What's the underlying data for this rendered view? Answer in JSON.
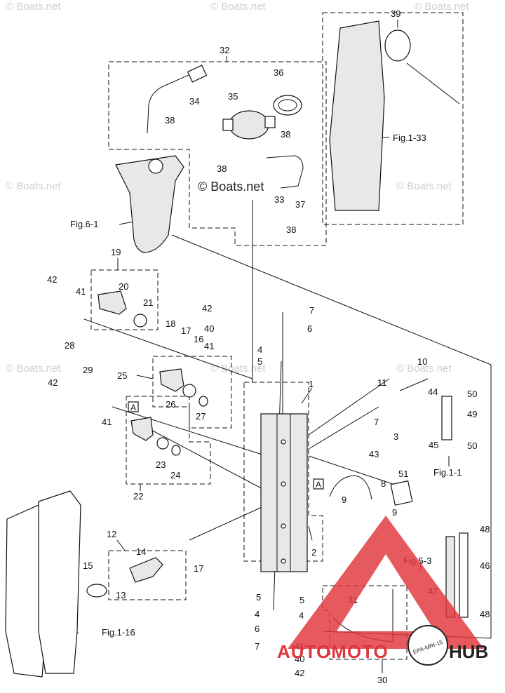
{
  "watermarks": {
    "boats": "© Boats.net",
    "center": "© Boats.net"
  },
  "figure_refs": {
    "fig_1_33": "Fig.1-33",
    "fig_6_1": "Fig.6-1",
    "fig_1_1": "Fig.1-1",
    "fig_5_3": "Fig.5-3",
    "fig_1_16": "Fig.1-16"
  },
  "view_markers": {
    "a1": "A",
    "a2": "A"
  },
  "callouts": {
    "c1": "1",
    "c2": "2",
    "c3": "3",
    "c4a": "4",
    "c4b": "4",
    "c4c": "4",
    "c5a": "5",
    "c5b": "5",
    "c5c": "5",
    "c6a": "6",
    "c6b": "6",
    "c7a": "7",
    "c7b": "7",
    "c7c": "7",
    "c8": "8",
    "c9a": "9",
    "c9b": "9",
    "c10": "10",
    "c11": "11",
    "c12": "12",
    "c13": "13",
    "c14": "14",
    "c15": "15",
    "c16": "16",
    "c17a": "17",
    "c17b": "17",
    "c18": "18",
    "c19": "19",
    "c20": "20",
    "c21": "21",
    "c22": "22",
    "c23": "23",
    "c24": "24",
    "c25": "25",
    "c26": "26",
    "c27": "27",
    "c28": "28",
    "c29": "29",
    "c30": "30",
    "c31": "31",
    "c32": "32",
    "c33a": "33",
    "c34": "34",
    "c35": "35",
    "c36": "36",
    "c37": "37",
    "c38a": "38",
    "c38b": "38",
    "c38c": "38",
    "c38d": "38",
    "c39": "39",
    "c40a": "40",
    "c40b": "40",
    "c41a": "41",
    "c41b": "41",
    "c41c": "41",
    "c41d": "41",
    "c42a": "42",
    "c42b": "42",
    "c42c": "42",
    "c42d": "42",
    "c43": "43",
    "c44": "44",
    "c45": "45",
    "c46": "46",
    "c47": "47",
    "c48a": "48",
    "c48b": "48",
    "c49": "49",
    "c50a": "50",
    "c50b": "50",
    "c51": "51"
  },
  "branding": {
    "logo_text_a": "AUTOMOTO",
    "logo_text_b": "HUB",
    "stamp_text": "EPA-MRI-15",
    "accent_color": "#e0353b"
  }
}
